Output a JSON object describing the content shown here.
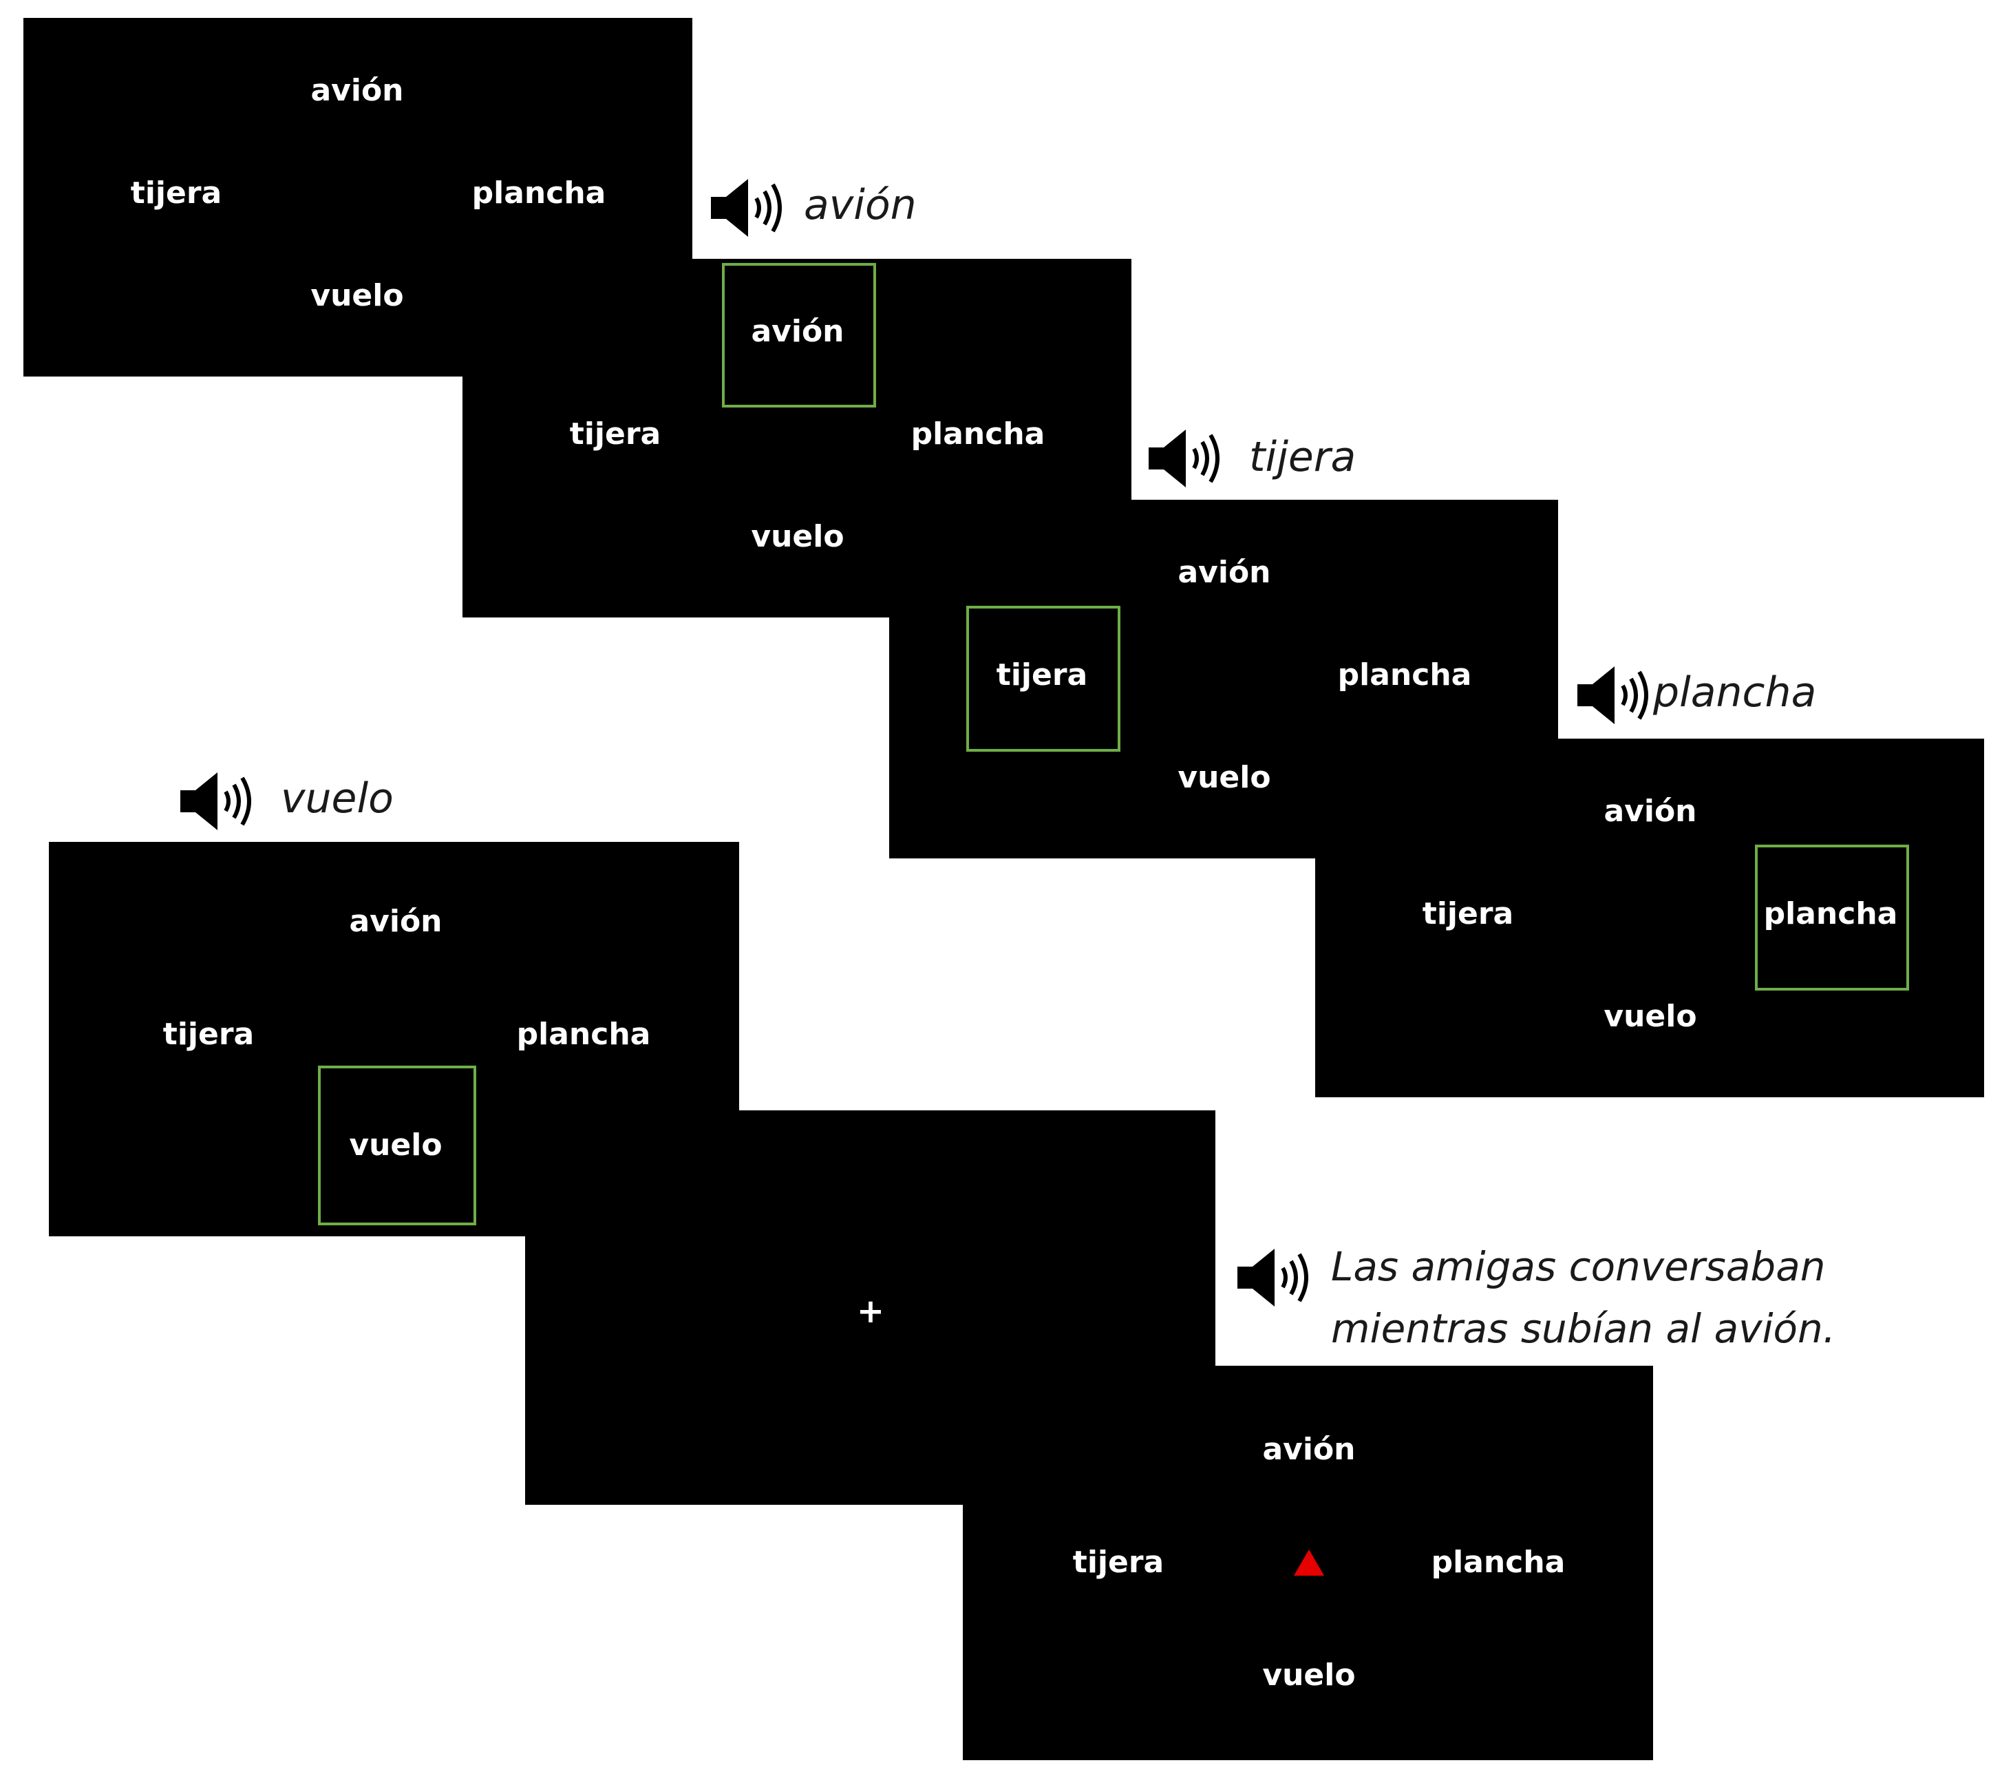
{
  "words": {
    "top": "avión",
    "left": "tijera",
    "right": "plancha",
    "bottom": "vuelo"
  },
  "audio_cues": {
    "cue1": "avión",
    "cue2": "tijera",
    "cue3": "plancha",
    "cue4": "vuelo"
  },
  "sentence": {
    "line1": "Las amigas conversaban",
    "line2": "mientras subían al avión."
  },
  "fixation": "+",
  "colors": {
    "screen": "#000000",
    "word": "#ffffff",
    "highlight_box": "#6fae47",
    "target_triangle": "#e60000"
  },
  "icons": [
    "speaker-icon",
    "up-triangle-icon"
  ]
}
